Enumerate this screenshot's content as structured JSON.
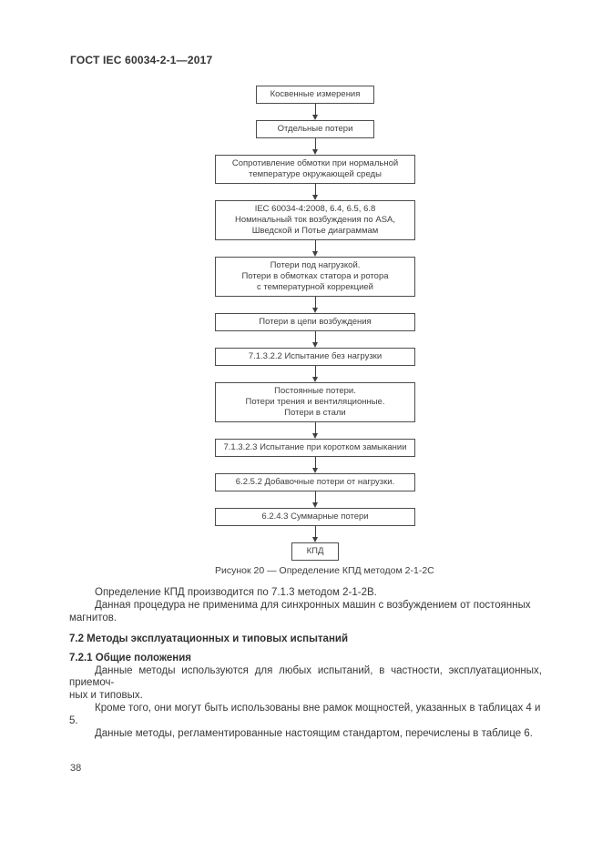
{
  "page": {
    "header": "ГОСТ IEC 60034-2-1—2017",
    "page_number": "38"
  },
  "flowchart": {
    "caption": "Рисунок 20 — Определение КПД методом 2-1-2С",
    "nodes": [
      {
        "lines": [
          "Косвенные измерения"
        ]
      },
      {
        "lines": [
          "Отдельные потери"
        ]
      },
      {
        "lines": [
          "Сопротивление обмотки при нормальной",
          "температуре окружающей среды"
        ]
      },
      {
        "lines": [
          "IEC 60034-4:2008, 6.4, 6.5, 6.8",
          "Номинальный ток возбуждения по ASA,",
          "Шведской и Потье диаграммам"
        ]
      },
      {
        "lines": [
          "Потери под нагрузкой.",
          "Потери в обмотках статора и ротора",
          "с температурной коррекцией"
        ]
      },
      {
        "lines": [
          "Потери в цепи возбуждения"
        ]
      },
      {
        "lines": [
          "7.1.3.2.2 Испытание без нагрузки"
        ]
      },
      {
        "lines": [
          "Постоянные потери.",
          "Потери трения и вентиляционные.",
          "Потери в стали"
        ]
      },
      {
        "lines": [
          "7.1.3.2.3 Испытание при коротком замыкании"
        ]
      },
      {
        "lines": [
          "6.2.5.2 Добавочные потери от нагрузки."
        ]
      },
      {
        "lines": [
          "6.2.4.3 Суммарные потери"
        ]
      },
      {
        "lines": [
          "КПД"
        ]
      }
    ]
  },
  "content": {
    "para1": {
      "line1": "Определение КПД производится по 7.1.3 методом 2-1-2В.",
      "line2": "Данная процедура не применима для синхронных машин с возбуждением от постоянных магнитов."
    },
    "heading_7_2": "7.2 Методы эксплуатационных и типовых испытаний",
    "heading_7_2_1": "7.2.1 Общие положения",
    "para2": {
      "line1": "Данные методы используются для любых испытаний, в частности, эксплуатационных, приемоч-",
      "line2": "ных и типовых."
    },
    "para3": "Кроме того, они могут быть использованы вне рамок мощностей, указанных в таблицах 4 и 5.",
    "para4": "Данные методы, регламентированные настоящим стандартом, перечислены в таблице 6."
  }
}
